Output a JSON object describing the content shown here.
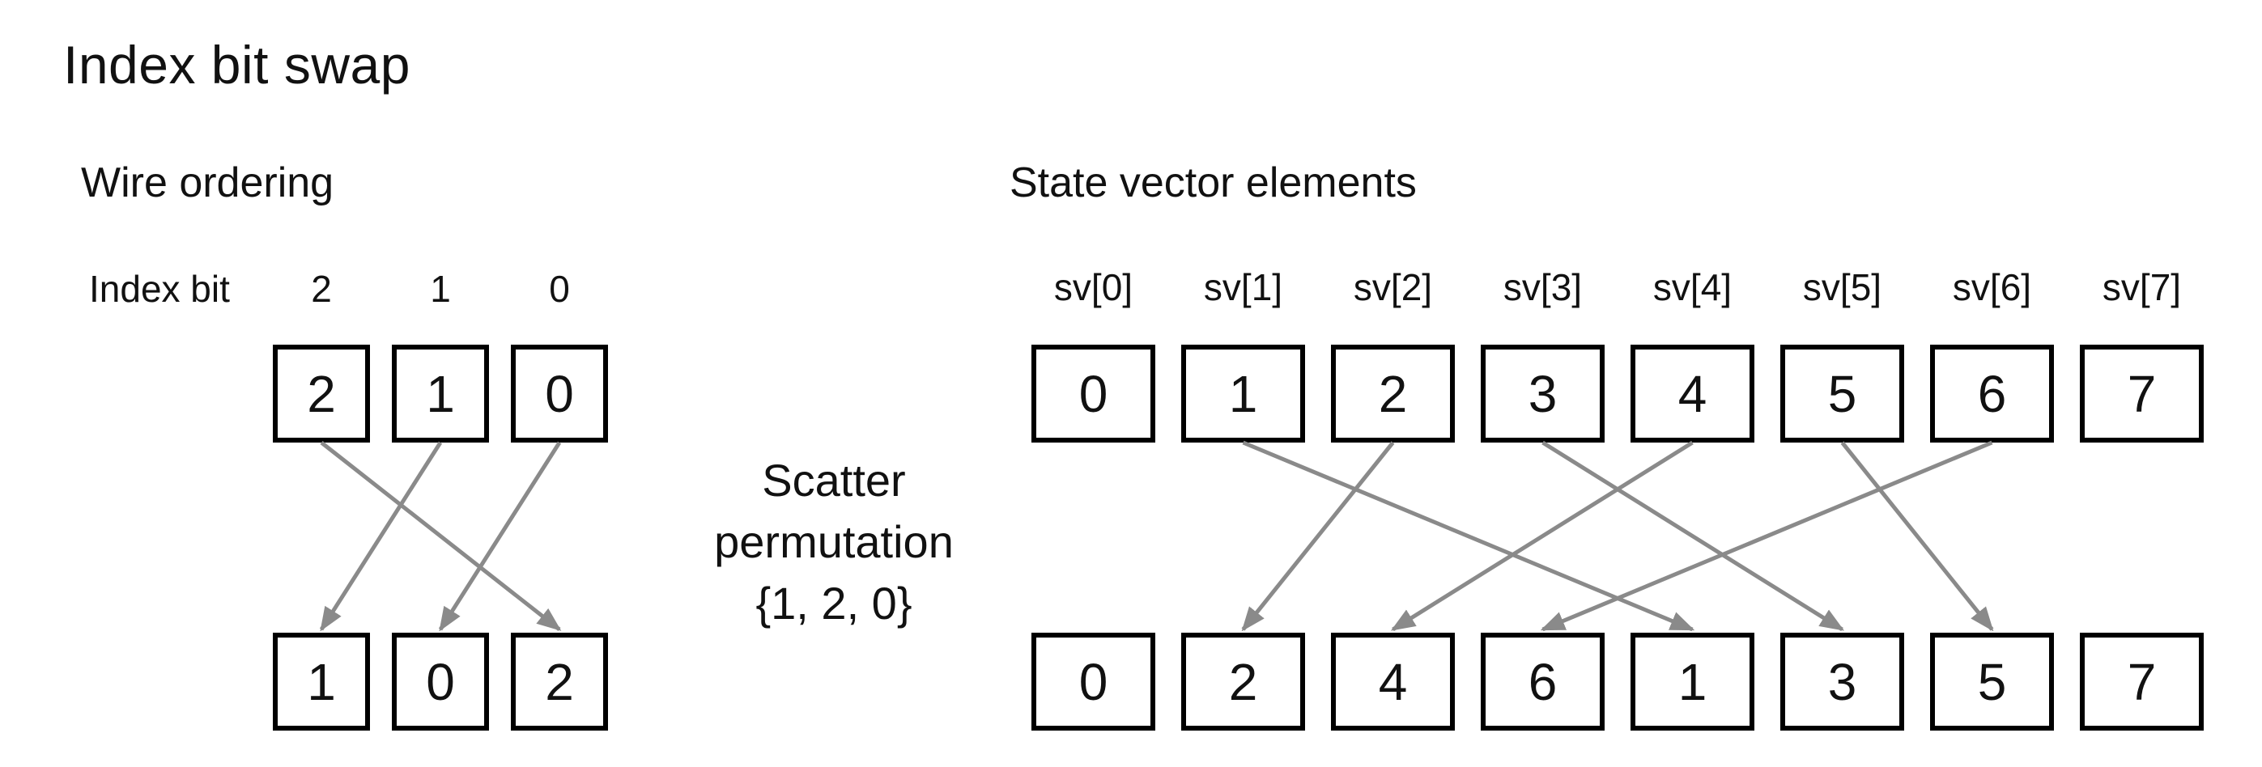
{
  "page": {
    "title": "Index bit swap"
  },
  "wire": {
    "heading": "Wire ordering",
    "index_bit_label": "Index bit",
    "bit_labels": [
      "2",
      "1",
      "0"
    ],
    "top_values": [
      "2",
      "1",
      "0"
    ],
    "bottom_values": [
      "1",
      "0",
      "2"
    ],
    "arrows": [
      [
        0,
        2
      ],
      [
        1,
        0
      ],
      [
        2,
        1
      ]
    ]
  },
  "scatter": {
    "lines": [
      "Scatter",
      "permutation",
      "{1, 2, 0}"
    ]
  },
  "state": {
    "heading": "State vector elements",
    "labels": [
      "sv[0]",
      "sv[1]",
      "sv[2]",
      "sv[3]",
      "sv[4]",
      "sv[5]",
      "sv[6]",
      "sv[7]"
    ],
    "top_values": [
      "0",
      "1",
      "2",
      "3",
      "4",
      "5",
      "6",
      "7"
    ],
    "bottom_values": [
      "0",
      "2",
      "4",
      "6",
      "1",
      "3",
      "5",
      "7"
    ],
    "arrows": [
      [
        1,
        4
      ],
      [
        2,
        1
      ],
      [
        3,
        5
      ],
      [
        4,
        2
      ],
      [
        5,
        6
      ],
      [
        6,
        3
      ]
    ]
  },
  "colors": {
    "arrow": "#8a8a8a",
    "box_border": "#000000",
    "text": "#111111",
    "background": "#ffffff"
  }
}
